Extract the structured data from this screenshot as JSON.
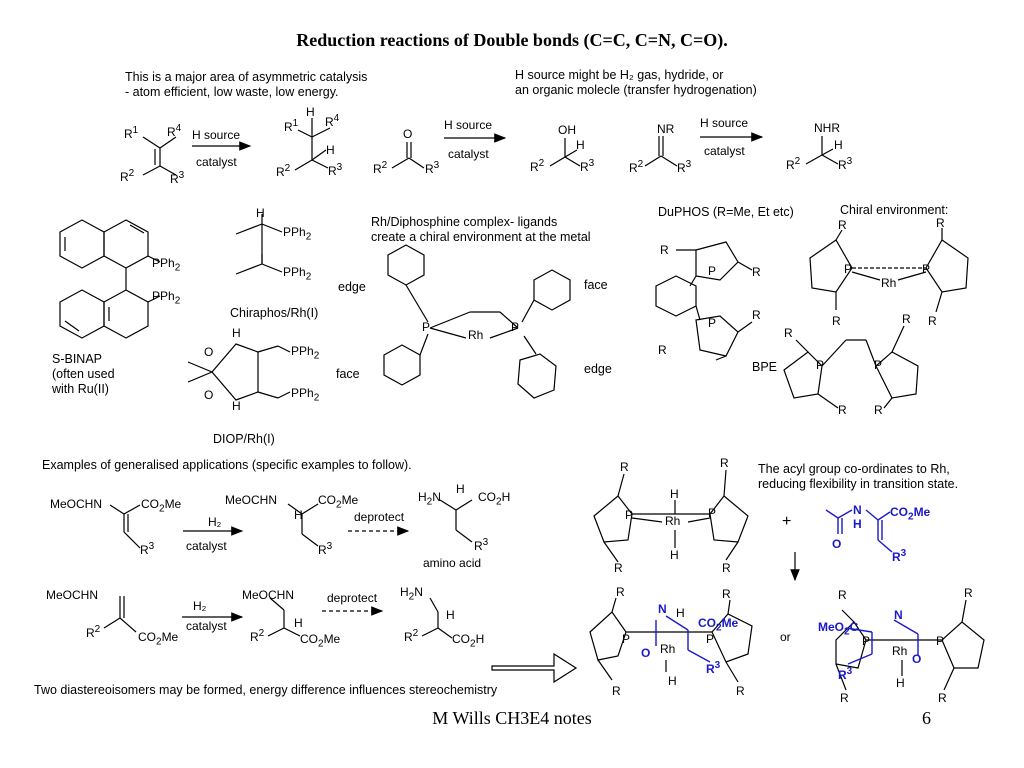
{
  "slide": {
    "title": "Reduction reactions of Double bonds (C=C, C=N, C=O).",
    "footer": "M Wills CH3E4 notes",
    "page_number": "6"
  },
  "intro": {
    "line1": "This is a major area of asymmetric catalysis",
    "line2": "- atom efficient, low waste, low energy.",
    "hsource_line1": "H source might be H₂  gas, hydride, or",
    "hsource_line2": "an organic molecle (transfer hydrogenation)"
  },
  "reactions": {
    "reagent_top": "H source",
    "reagent_bottom": "catalyst"
  },
  "ligands": {
    "binap_name": "S-BINAP",
    "binap_note1": "(often used",
    "binap_note2": "with Ru(II)",
    "chiraphos": "Chiraphos/Rh(I)",
    "diop": "DIOP/Rh(I)",
    "rh_complex1": "Rh/Diphosphine complex- ligands",
    "rh_complex2": "create a chiral environment at the metal",
    "duphos": "DuPHOS (R=Me, Et etc)",
    "chiral_env": "Chiral environment:",
    "bpe": "BPE",
    "edge": "edge",
    "face": "face"
  },
  "applications": {
    "heading": "Examples of generalised applications (specific examples to follow).",
    "h2": "H₂",
    "catalyst": "catalyst",
    "deprotect": "deprotect",
    "amino_acid": "amino acid",
    "acyl_note1": "The acyl group co-ordinates to Rh,",
    "acyl_note2": "reducing flexibility in transition state.",
    "diastereo": "Two diastereoisomers may be formed, energy difference influences stereochemistry",
    "or": "or",
    "plus": "+"
  },
  "colors": {
    "highlight_blue": "#1a1acc"
  }
}
